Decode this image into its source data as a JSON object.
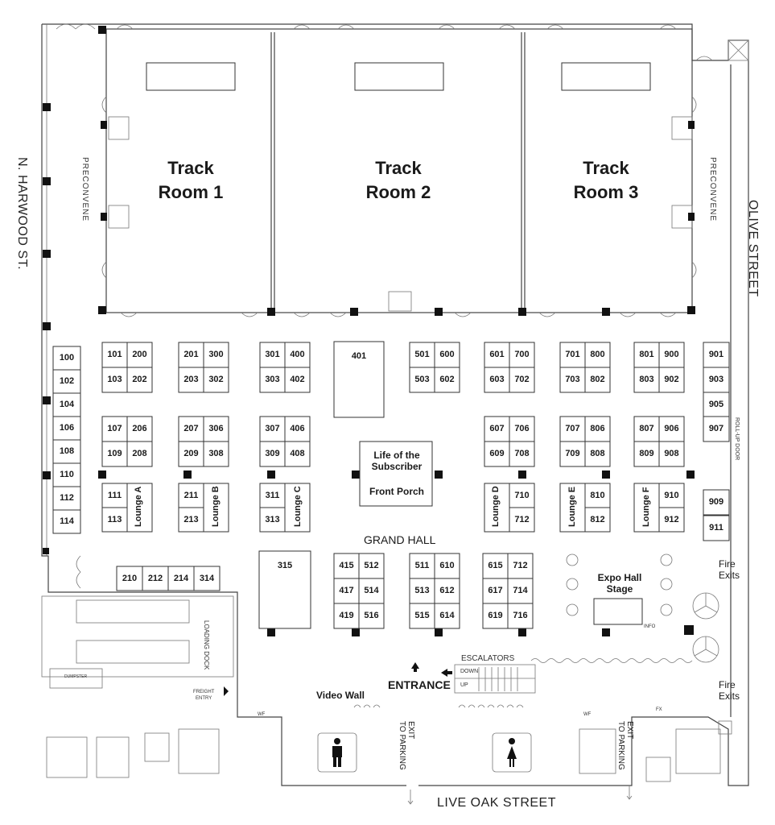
{
  "streets": {
    "west": "N. HARWOOD ST.",
    "east": "OLIVE STREET",
    "south": "LIVE OAK STREET"
  },
  "rooms": {
    "track1": [
      "Track",
      "Room 1"
    ],
    "track2": [
      "Track",
      "Room 2"
    ],
    "track3": [
      "Track",
      "Room 3"
    ],
    "preconvene_left": "PRECONVENE",
    "preconvene_right": "PRECONVENE",
    "grand_hall": "GRAND HALL",
    "life_subscriber": [
      "Life of the",
      "Subscriber"
    ],
    "front_porch": "Front Porch",
    "expo_stage": [
      "Expo Hall",
      "Stage"
    ],
    "video_wall": "Video Wall",
    "entrance": "ENTRANCE",
    "escalators": "ESCALATORS",
    "esc_down": "DOWN",
    "esc_up": "UP",
    "loading_dock": "LOADING DOCK",
    "freight": [
      "FREIGHT",
      "ENTRY"
    ],
    "roll_up_door": "ROLL-UP DOOR",
    "fire_exits_top": [
      "Fire",
      "Exits"
    ],
    "fire_exits_bottom": [
      "Fire",
      "Exits"
    ],
    "exit_parking_left": [
      "EXIT",
      "TO PARKING"
    ],
    "exit_parking_right": [
      "EXIT",
      "TO PARKING"
    ],
    "dumpster": "DUMPSTER",
    "info": "INFO",
    "wf": "WF",
    "fx": "FX"
  },
  "lounges": [
    "Lounge A",
    "Lounge B",
    "Lounge C",
    "Lounge D",
    "Lounge E",
    "Lounge F"
  ],
  "booths": {
    "west_column": [
      "100",
      "102",
      "104",
      "106",
      "108",
      "110",
      "112",
      "114"
    ],
    "pair_grid": [
      [
        "101",
        "200",
        "103",
        "202",
        "107",
        "206",
        "109",
        "208",
        "111",
        "113"
      ],
      [
        "201",
        "300",
        "203",
        "302",
        "207",
        "306",
        "209",
        "308",
        "211",
        "213"
      ],
      [
        "301",
        "400",
        "303",
        "402",
        "307",
        "406",
        "309",
        "408",
        "311",
        "313"
      ],
      [
        "501",
        "600",
        "503",
        "602"
      ],
      [
        "601",
        "700",
        "603",
        "702",
        "607",
        "706",
        "609",
        "708",
        "710",
        "712"
      ],
      [
        "701",
        "800",
        "703",
        "802",
        "707",
        "806",
        "709",
        "808",
        "810",
        "812"
      ],
      [
        "801",
        "900",
        "803",
        "902",
        "807",
        "906",
        "809",
        "908",
        "910",
        "912"
      ]
    ],
    "east_column": [
      "901",
      "903",
      "905",
      "907",
      "909",
      "911"
    ],
    "big": [
      "401",
      "315"
    ],
    "south_row": [
      "210",
      "212",
      "214",
      "314"
    ],
    "grand_block_1": [
      "415",
      "512",
      "417",
      "514",
      "419",
      "516"
    ],
    "grand_block_2": [
      "511",
      "610",
      "513",
      "612",
      "515",
      "614"
    ],
    "grand_block_3": [
      "615",
      "712",
      "617",
      "714",
      "619",
      "716"
    ]
  }
}
